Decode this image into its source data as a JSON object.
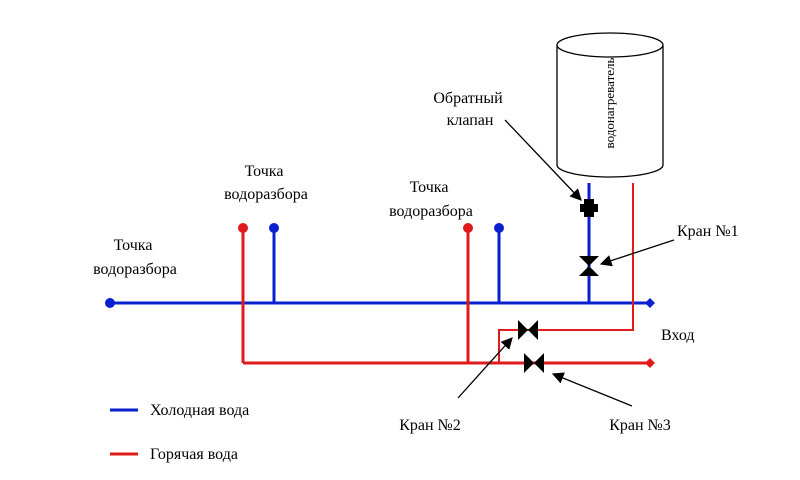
{
  "colors": {
    "cold": "#0a1fd0",
    "hot": "#e01b1b",
    "fittings": "#000000",
    "background": "#ffffff"
  },
  "labels": {
    "tap_left": [
      "Точка",
      "водоразбора"
    ],
    "tap_middle": [
      "Точка",
      "водоразбора"
    ],
    "tap_right": [
      "Точка",
      "водоразбора"
    ],
    "check_valve": [
      "Обратный",
      "клапан"
    ],
    "heater": "водонагреватель",
    "valve_1": "Кран №1",
    "valve_2": "Кран №2",
    "valve_3": "Кран №3",
    "inlet": "Вход"
  },
  "legend": {
    "cold": "Холодная вода",
    "hot": "Горячая вода"
  }
}
